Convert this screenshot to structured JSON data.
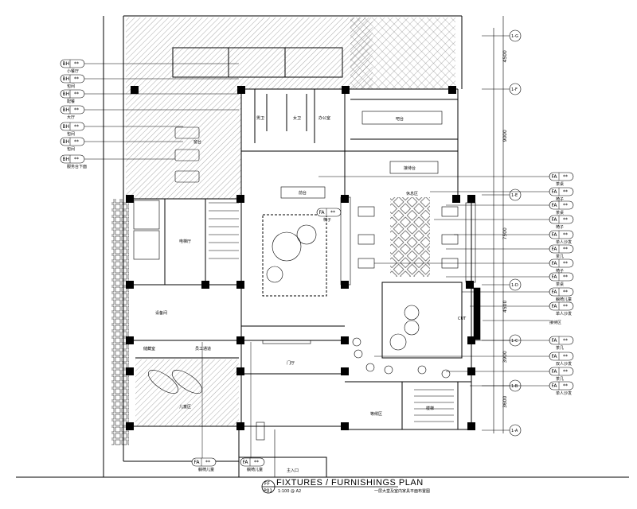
{
  "title_block": {
    "symbol_top": "FF",
    "symbol_bottom": "P01",
    "title": "FIXTURES  /  FURNISHINGS   PLAN",
    "scale": "1:100 @ A2",
    "subtitle": "一层大堂及室内家具平面布置图"
  },
  "grid_axes": [
    {
      "label": "1-G"
    },
    {
      "label": "1-F"
    },
    {
      "label": "1-E"
    },
    {
      "label": "1-D"
    },
    {
      "label": "1-C"
    },
    {
      "label": "1-B"
    },
    {
      "label": "1-A"
    }
  ],
  "dimensions": [
    "4500",
    "9000",
    "7500",
    "4500",
    "3900",
    "3600"
  ],
  "left_tags": [
    {
      "code": "BH",
      "num": "**",
      "label": "小餐厅"
    },
    {
      "code": "BH",
      "num": "**",
      "label": "包间"
    },
    {
      "code": "BH",
      "num": "**",
      "label": "配餐"
    },
    {
      "code": "BH",
      "num": "**",
      "label": "大厅"
    },
    {
      "code": "BH",
      "num": "**",
      "label": "包间"
    },
    {
      "code": "BH",
      "num": "**",
      "label": "包间"
    },
    {
      "code": "BH",
      "num": "**",
      "label": "服务台下面"
    }
  ],
  "right_tags": [
    {
      "code": "FA",
      "num": "**",
      "label": "茶桌"
    },
    {
      "code": "FA",
      "num": "**",
      "label": "椅子"
    },
    {
      "code": "FA",
      "num": "**",
      "label": "茶桌"
    },
    {
      "code": "FA",
      "num": "**",
      "label": "椅子"
    },
    {
      "code": "FA",
      "num": "**",
      "label": "单人沙发"
    },
    {
      "code": "FA",
      "num": "**",
      "label": "茶几"
    },
    {
      "code": "FA",
      "num": "**",
      "label": "椅子"
    },
    {
      "code": "FA",
      "num": "**",
      "label": "茶桌"
    },
    {
      "code": "FA",
      "num": "**",
      "label": "躺椅儿童"
    },
    {
      "code": "FA",
      "num": "**",
      "label": "单人沙发"
    },
    {
      "code": "FA",
      "num": "**",
      "label": "茶几"
    },
    {
      "code": "FA",
      "num": "**",
      "label": "双人沙发"
    },
    {
      "code": "FA",
      "num": "**",
      "label": "茶几"
    },
    {
      "code": "FA",
      "num": "**",
      "label": "单人沙发"
    }
  ],
  "right_note": "接待区",
  "bottom_tags": [
    {
      "code": "FA",
      "num": "**",
      "label": "躺椅儿童"
    },
    {
      "code": "FA",
      "num": "**",
      "label": "躺椅儿童"
    }
  ],
  "inline_tag": {
    "code": "FA",
    "num": "**",
    "label": "椅子"
  },
  "rooms": {
    "male_wc": "男卫",
    "female_wc": "女卫",
    "office": "办公室",
    "bar": "吧台",
    "reception": "接待台",
    "front_desk": "前台",
    "elevator_hall": "电梯厅",
    "lounge": "休息区",
    "kids": "儿童区",
    "storage": "储藏室",
    "staff": "员工通道",
    "entrance": "主入口",
    "vestibule": "门厅",
    "waiting": "等候区",
    "cut": "CUT",
    "window": "窗台",
    "stair": "楼梯",
    "machine": "设备间"
  }
}
